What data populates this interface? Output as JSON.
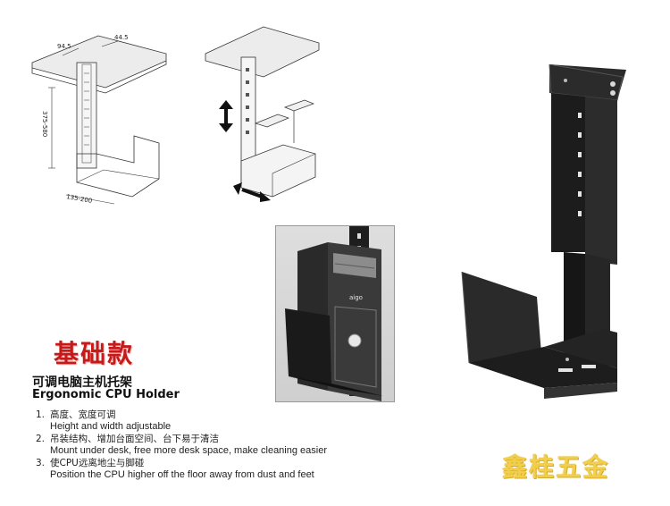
{
  "title_cn": "基础款",
  "subtitle_cn": "可调电脑主机托架",
  "subtitle_en": "Ergonomic CPU Holder",
  "features": [
    {
      "num": "1.",
      "cn": "高度、宽度可调",
      "en": "Height and width adjustable"
    },
    {
      "num": "2.",
      "cn": "吊装结构、增加台面空间、台下易于清洁",
      "en": "Mount under desk, free more desk space, make cleaning easier"
    },
    {
      "num": "3.",
      "cn": "使CPU远离地尘与脚碰",
      "en": "Position the CPU higher off the floor away from dust and feet"
    }
  ],
  "brand": "鑫桂五金",
  "dimensions": {
    "top_left": "94.5",
    "top_right": "44.5",
    "height": "375-580",
    "width": "135-200"
  },
  "pc_logo": "aigo",
  "icons": [
    "vertical-arrow-icon",
    "diagonal-arrow-icon"
  ]
}
